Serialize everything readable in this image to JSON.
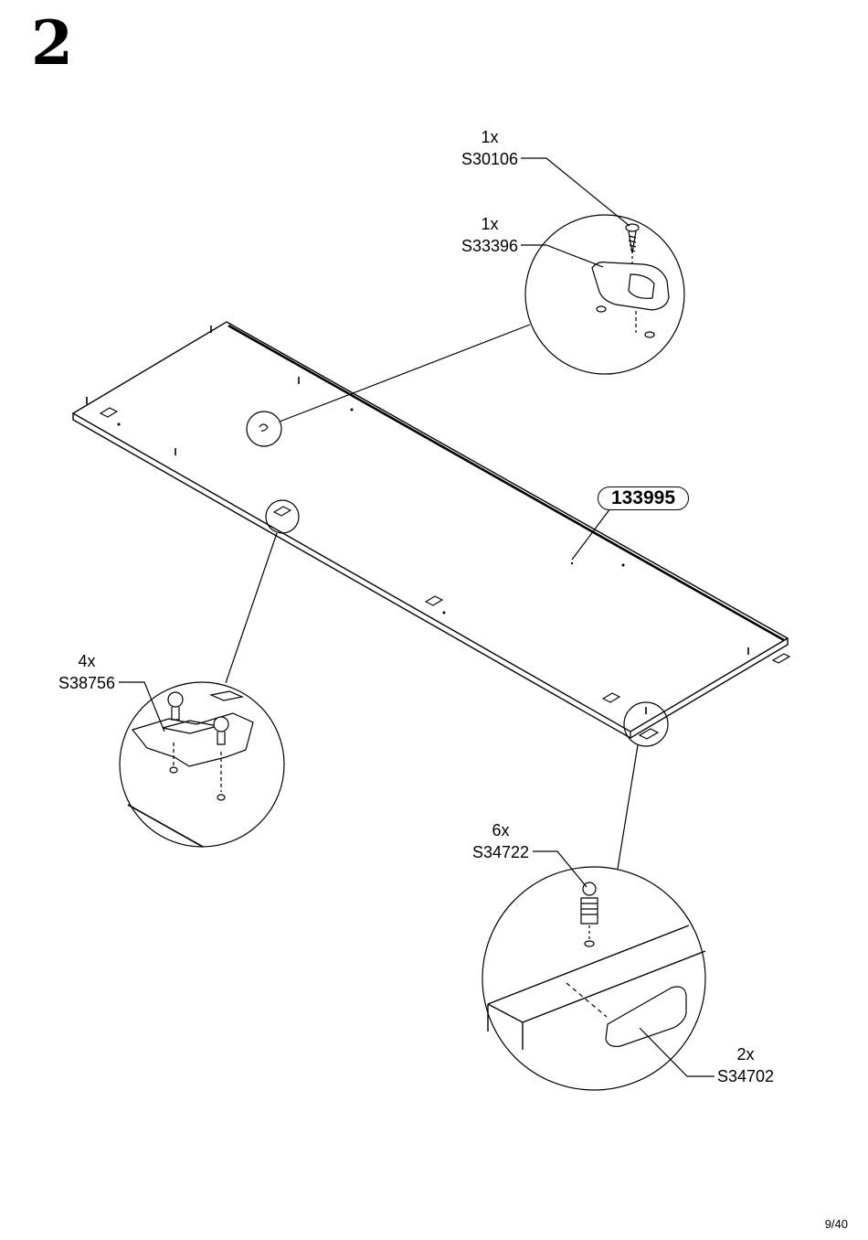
{
  "step": {
    "number": "2"
  },
  "part": {
    "id": "133995"
  },
  "callouts": {
    "screw_top": {
      "qty": "1x",
      "code": "S30106"
    },
    "bracket": {
      "qty": "1x",
      "code": "S33396"
    },
    "hinge_plate": {
      "qty": "4x",
      "code": "S38756"
    },
    "cam_bolt": {
      "qty": "6x",
      "code": "S34722"
    },
    "grommet": {
      "qty": "2x",
      "code": "S34702"
    }
  },
  "page": {
    "number": "9/40"
  }
}
